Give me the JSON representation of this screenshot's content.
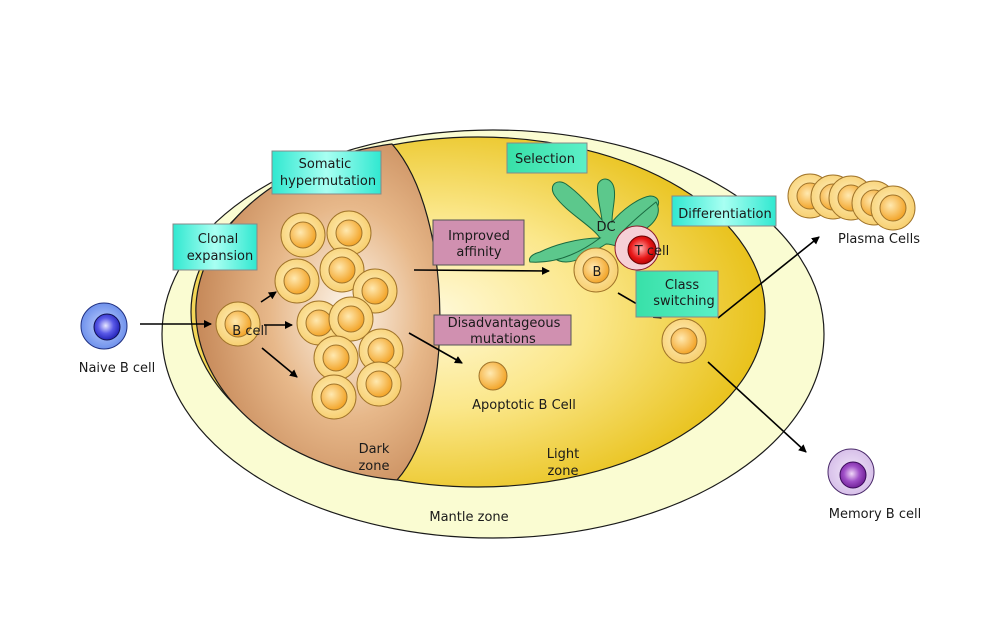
{
  "labels": {
    "naive_b_cell": "Naive B cell",
    "b_cell": "B cell",
    "dc": "DC",
    "t_cell": "T cell",
    "b": "B",
    "apoptotic_b_cell": "Apoptotic B Cell",
    "dark_zone_line1": "Dark",
    "dark_zone_line2": "zone",
    "light_zone_line1": "Light",
    "light_zone_line2": "zone",
    "mantle_zone": "Mantle zone",
    "plasma_cells": "Plasma Cells",
    "memory_b_cell": "Memory B cell"
  },
  "boxes": {
    "clonal_expansion": [
      "Clonal",
      "expansion"
    ],
    "somatic_hypermutation": [
      "Somatic",
      "hypermutation"
    ],
    "improved_affinity": [
      "Improved",
      "affinity"
    ],
    "disadvantageous_mutations": [
      "Disadvantageous",
      "mutations"
    ],
    "selection": "Selection",
    "differentiation": "Differentiation",
    "class_switching": [
      "Class",
      "switching"
    ]
  },
  "colors": {
    "mantle_fill": "#fafcd2",
    "light_zone_inner": "#fff9d0",
    "light_zone_outer": "#e8c010",
    "dark_zone_inner": "#fdf3e6",
    "dark_zone_outer": "#c08050",
    "cyan_box": "#40f0d8",
    "pink_box": "#d090b0",
    "cell_outer": "#fcd880",
    "cell_inner": "#f8a830",
    "dc_green": "#5cc88c",
    "t_cell_red": "#e01010",
    "naive_blue": "#3040d0",
    "memory_purple": "#9040b0"
  },
  "icons": {
    "naive_b_cell": "naive-b-cell-icon",
    "memory_b_cell": "memory-b-cell-icon",
    "plasma_cells": "plasma-cell-icon",
    "dendritic_cell": "dendritic-cell-icon",
    "t_cell": "t-cell-icon"
  }
}
